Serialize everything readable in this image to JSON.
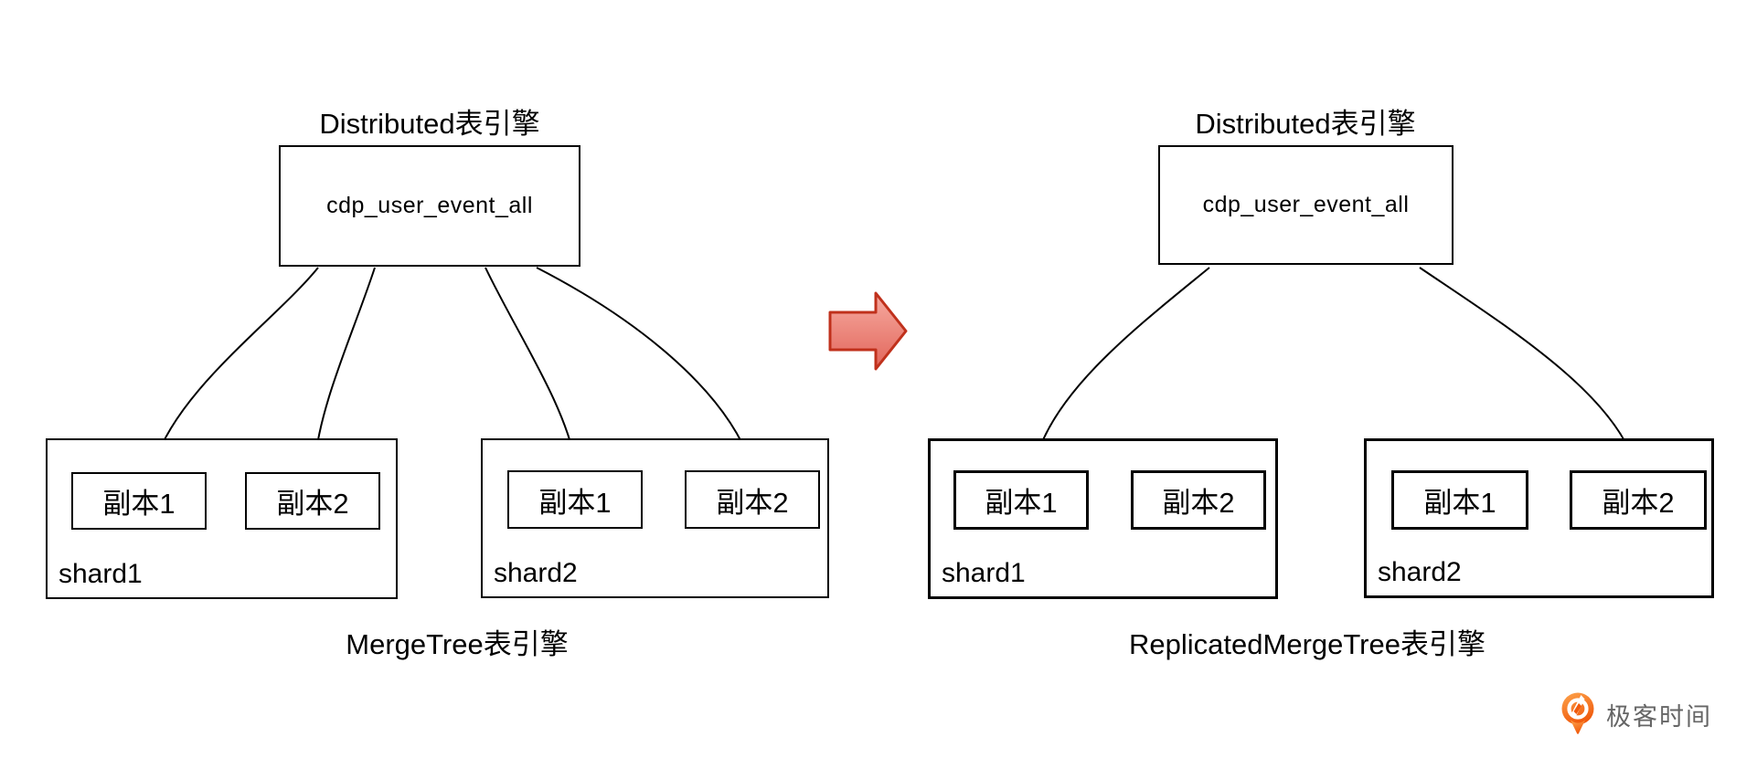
{
  "background": "#ffffff",
  "line_color": "#000000",
  "left_diagram": {
    "title": "Distributed表引擎",
    "table_name": "cdp_user_event_all",
    "caption": "MergeTree表引擎",
    "shards": [
      {
        "name": "shard1",
        "replicas": [
          "副本1",
          "副本2"
        ]
      },
      {
        "name": "shard2",
        "replicas": [
          "副本1",
          "副本2"
        ]
      }
    ]
  },
  "right_diagram": {
    "title": "Distributed表引擎",
    "table_name": "cdp_user_event_all",
    "caption": "ReplicatedMergeTree表引擎",
    "shards": [
      {
        "name": "shard1",
        "replicas": [
          "副本1",
          "副本2"
        ],
        "replication_direction": "right"
      },
      {
        "name": "shard2",
        "replicas": [
          "副本1",
          "副本2"
        ],
        "replication_direction": "left"
      }
    ]
  },
  "transform_arrow": {
    "fill_top": "#f6aba1",
    "fill_bottom": "#e2655a",
    "stroke": "#c0311c"
  },
  "logo": {
    "text": "极客时间",
    "icon_color_top": "#fda44c",
    "icon_color_bottom": "#f05a0d",
    "text_color": "#666666"
  }
}
